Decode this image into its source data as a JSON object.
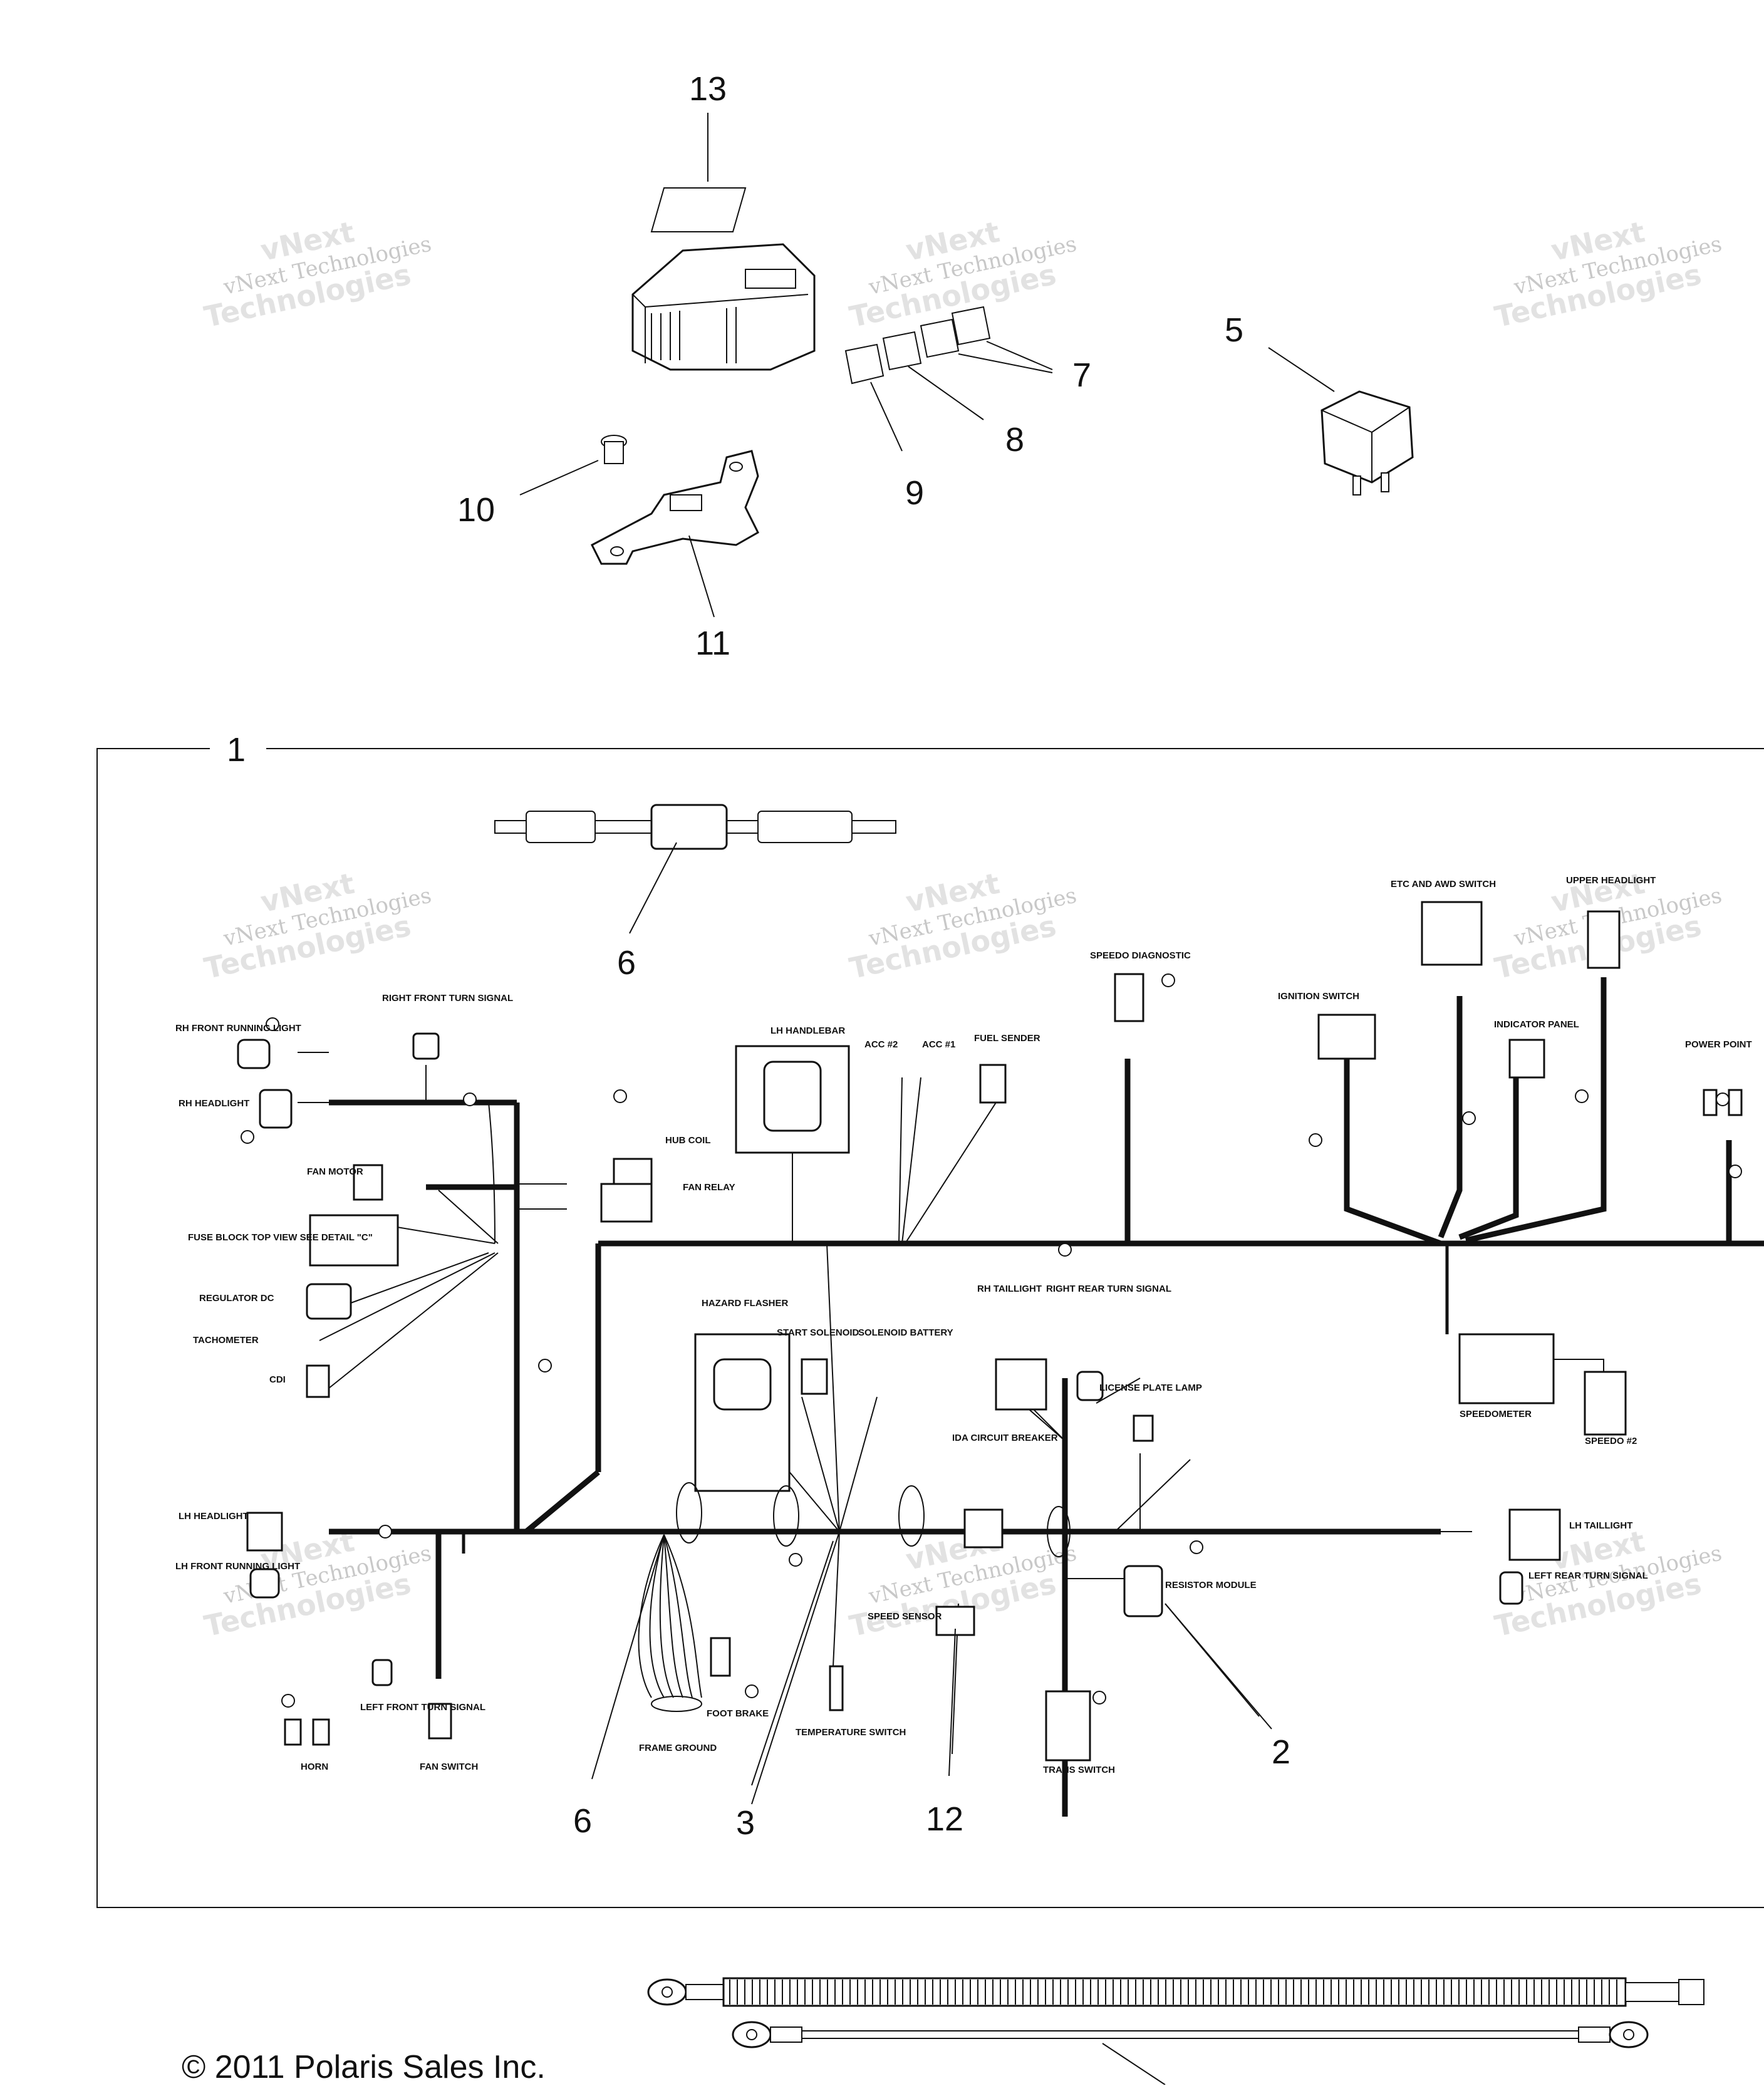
{
  "callouts": {
    "c1": "1",
    "c2": "2",
    "c3": "3",
    "c5": "5",
    "c6a": "6",
    "c6b": "6",
    "c7": "7",
    "c8": "8",
    "c9": "9",
    "c10": "10",
    "c11": "11",
    "c12": "12",
    "c13": "13"
  },
  "watermark": {
    "line1": "vNext Technologies",
    "line2": "vNext",
    "line3": "Technologies"
  },
  "labels": {
    "rh_front_running_light": "RH FRONT RUNNING LIGHT",
    "rh_headlight": "RH HEADLIGHT",
    "right_front_turn_signal": "RIGHT FRONT TURN SIGNAL",
    "hub_coil": "HUB COIL",
    "fan_relay": "FAN RELAY",
    "fan_motor": "FAN MOTOR",
    "fuse_block": "FUSE BLOCK TOP VIEW SEE DETAIL \"C\"",
    "regulator": "REGULATOR DC",
    "tachometer": "TACHOMETER",
    "cdi": "CDI",
    "lh_handlebar": "LH HANDLEBAR",
    "acc2": "ACC #2",
    "acc1": "ACC #1",
    "fuel_sender": "FUEL SENDER",
    "speedo_diagnostic": "SPEEDO DIAGNOSTIC",
    "etc_awd_switch": "ETC AND AWD SWITCH",
    "upper_headlight": "UPPER HEADLIGHT",
    "ignition_switch": "IGNITION SWITCH",
    "indicator_panel": "INDICATOR PANEL",
    "power_point": "POWER POINT",
    "hazard_flasher": "HAZARD FLASHER",
    "start_solenoid": "START SOLENOID",
    "solenoid_battery": "SOLENOID BATTERY",
    "rh_taillight": "RH TAILLIGHT",
    "right_rear_turn_signal": "RIGHT REAR TURN SIGNAL",
    "license_plate_lamp": "LICENSE PLATE LAMP",
    "speedometer": "SPEEDOMETER",
    "speedo2": "SPEEDO #2",
    "ida_circuit_breaker": "IDA CIRCUIT BREAKER",
    "lh_headlight": "LH HEADLIGHT",
    "lh_front_running_light": "LH FRONT RUNNING LIGHT",
    "lh_taillight": "LH TAILLIGHT",
    "left_rear_turn_signal": "LEFT REAR TURN SIGNAL",
    "resistor_module": "RESISTOR MODULE",
    "horn": "HORN",
    "left_front_turn_signal": "LEFT FRONT TURN SIGNAL",
    "fan_switch": "FAN SWITCH",
    "frame_ground": "FRAME GROUND",
    "foot_brake": "FOOT BRAKE",
    "temperature_switch": "TEMPERATURE SWITCH",
    "speed_sensor": "SPEED SENSOR",
    "trans_switch": "TRANS SWITCH"
  },
  "copyright": "© 2011 Polaris Sales Inc."
}
